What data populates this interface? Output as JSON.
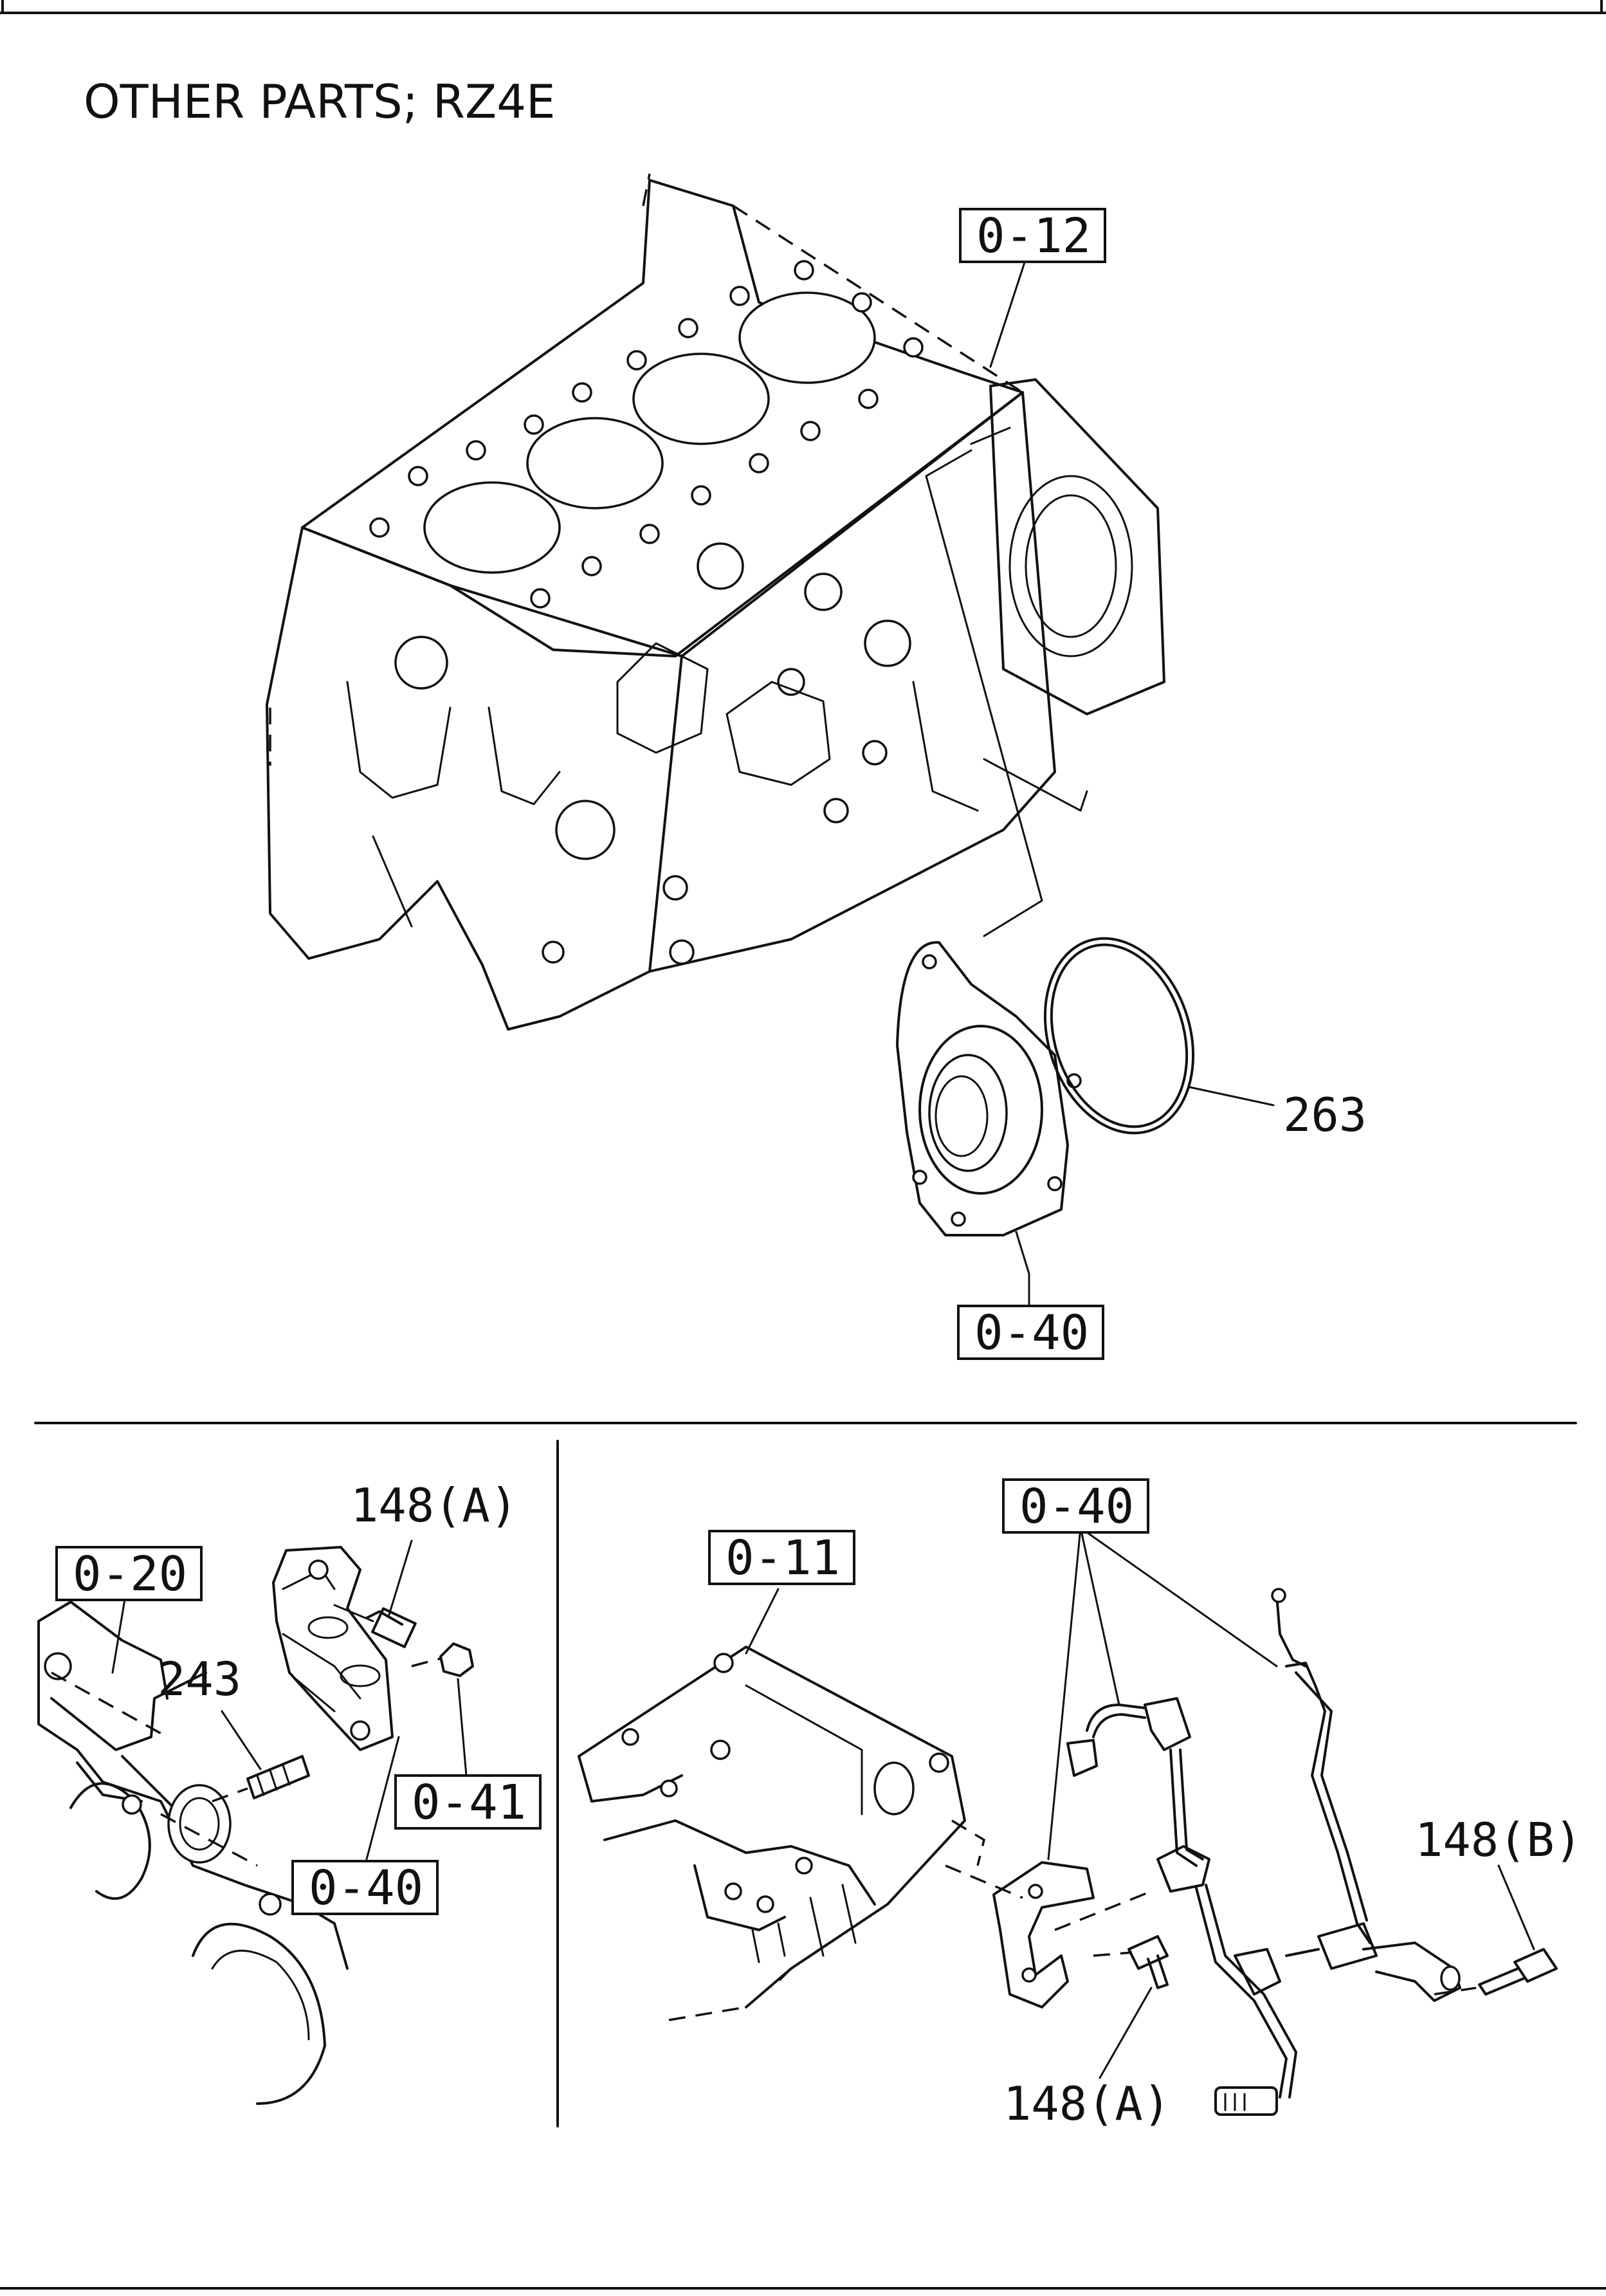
{
  "title": "OTHER PARTS; RZ4E",
  "callouts": {
    "c_0_12": "0-12",
    "c_0_40_top": "0-40",
    "c_0_20": "0-20",
    "c_0_41": "0-41",
    "c_0_40_left": "0-40",
    "c_0_11": "0-11",
    "c_0_40_right": "0-40"
  },
  "labels": {
    "l_263": "263",
    "l_148a_left": "148(A)",
    "l_243": "243",
    "l_148b": "148(B)",
    "l_148a_right": "148(A)"
  }
}
